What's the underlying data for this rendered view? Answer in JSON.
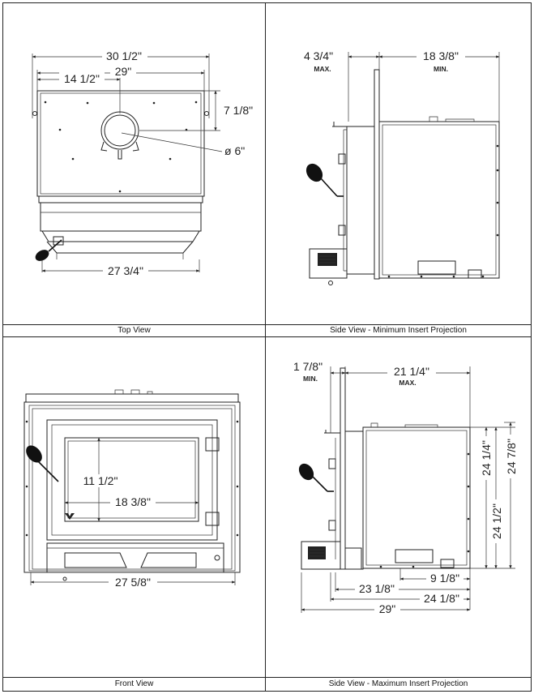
{
  "panels": {
    "top": {
      "caption": "Top View",
      "dims": {
        "overall": "30 1/2\"",
        "inner": "29\"",
        "half": "14 1/2\"",
        "depth": "7 1/8\"",
        "flue": "ø 6\"",
        "bottom": "27 3/4\""
      }
    },
    "side_min": {
      "caption": "Side View - Minimum Insert Projection",
      "dims": {
        "proj": "4 3/4\"",
        "proj_note": "MAX.",
        "depth": "18 3/8\"",
        "depth_note": "MIN."
      }
    },
    "front": {
      "caption": "Front View",
      "dims": {
        "glass_h": "11 1/2\"",
        "glass_w": "18 3/8\"",
        "width": "27 5/8\""
      }
    },
    "side_max": {
      "caption": "Side View - Maximum Insert Projection",
      "dims": {
        "proj": "1 7/8\"",
        "proj_note": "MIN.",
        "depth": "21 1/4\"",
        "depth_note": "MAX.",
        "h1": "24 1/4\"",
        "h2": "24 1/2\"",
        "h3": "24 7/8\"",
        "d1": "9 1/8\"",
        "d2": "23 1/8\"",
        "d3": "24 1/8\"",
        "d4": "29\""
      }
    }
  }
}
